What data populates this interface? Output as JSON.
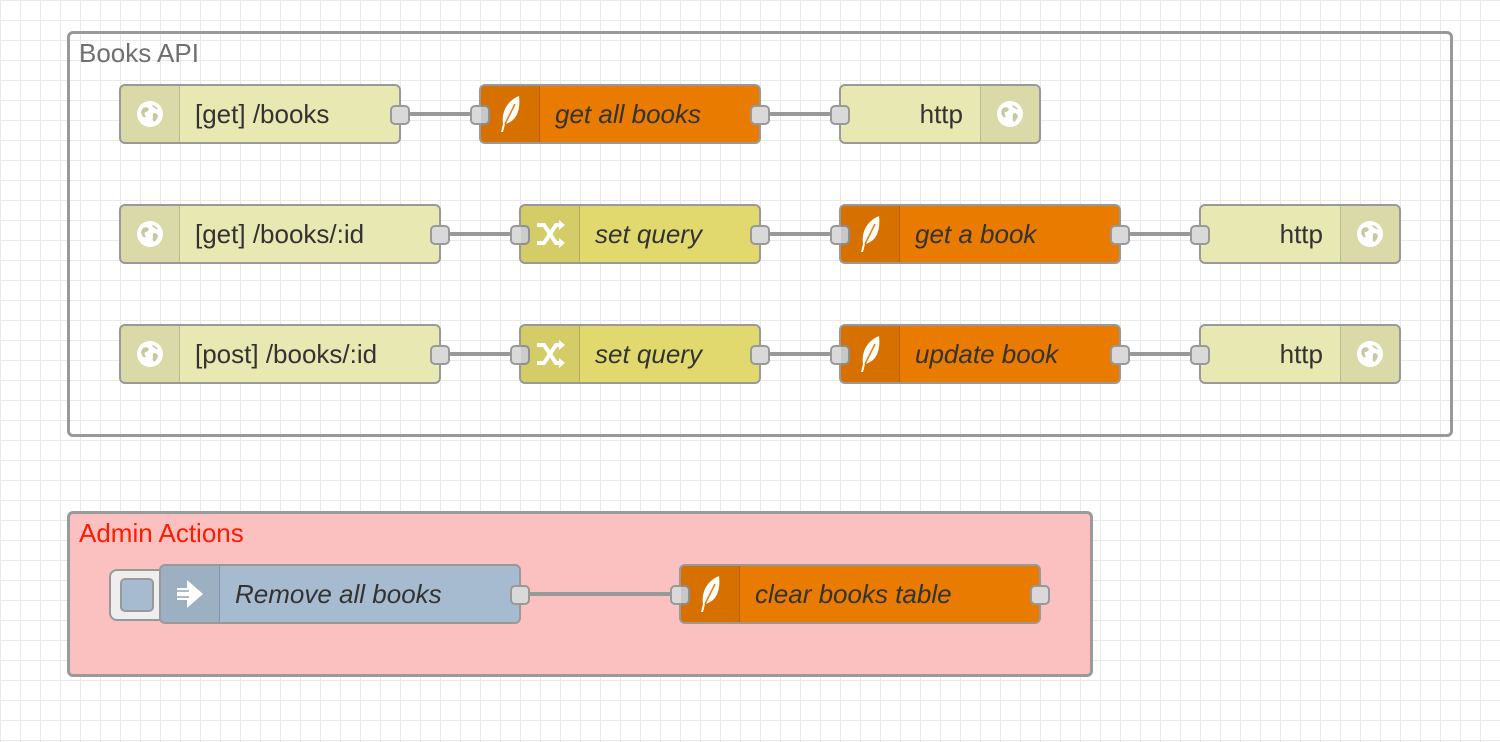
{
  "groups": {
    "books_api": {
      "label": "Books API"
    },
    "admin_actions": {
      "label": "Admin Actions"
    }
  },
  "nodes": {
    "http_in_books": {
      "label": "[get] /books",
      "type": "http in",
      "icon": "globe-icon"
    },
    "get_all_books": {
      "label": "get all books",
      "type": "sqlite",
      "icon": "feather-icon"
    },
    "http_resp_1": {
      "label": "http",
      "type": "http response",
      "icon": "globe-icon"
    },
    "http_in_book_id": {
      "label": "[get] /books/:id",
      "type": "http in",
      "icon": "globe-icon"
    },
    "set_query_1": {
      "label": "set query",
      "type": "change",
      "icon": "shuffle-icon"
    },
    "get_a_book": {
      "label": "get a book",
      "type": "sqlite",
      "icon": "feather-icon"
    },
    "http_resp_2": {
      "label": "http",
      "type": "http response",
      "icon": "globe-icon"
    },
    "http_in_post_book": {
      "label": "[post] /books/:id",
      "type": "http in",
      "icon": "globe-icon"
    },
    "set_query_2": {
      "label": "set query",
      "type": "change",
      "icon": "shuffle-icon"
    },
    "update_book": {
      "label": "update book",
      "type": "sqlite",
      "icon": "feather-icon"
    },
    "http_resp_3": {
      "label": "http",
      "type": "http response",
      "icon": "globe-icon"
    },
    "remove_all_books": {
      "label": "Remove all books",
      "type": "inject",
      "icon": "arrow-right-icon"
    },
    "clear_books_table": {
      "label": "clear books table",
      "type": "sqlite",
      "icon": "feather-icon"
    }
  },
  "colors": {
    "http": "#e8e8b3",
    "change": "#e2d96e",
    "sqlite": "#e97b00",
    "inject": "#a6bbcf",
    "admin_group_bg": "#fbc0c0",
    "admin_group_label": "#ff1a00",
    "wire": "#999999"
  }
}
